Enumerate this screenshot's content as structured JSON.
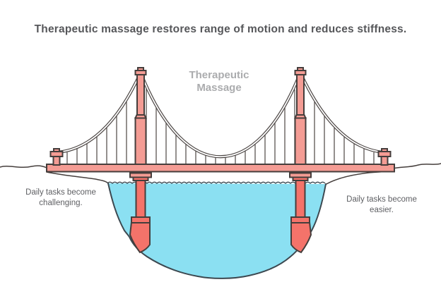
{
  "title": "Therapeutic massage restores range of motion and reduces stiffness.",
  "diagram": {
    "bridge_label": {
      "line1": "Therapeutic",
      "line2": "Massage"
    },
    "left_caption": {
      "line1": "Daily tasks become",
      "line2": "challenging."
    },
    "right_caption": "Daily tasks become easier.",
    "colors": {
      "structure_light": "#f49c94",
      "structure_dark": "#f4736a",
      "outline": "#453e3c",
      "cable": "#4c4644",
      "water_fill": "#8be0f2",
      "water_outline": "#3c4850",
      "title_text": "#56575a",
      "label_text": "#abacae",
      "caption_text": "#5e5f63"
    }
  }
}
